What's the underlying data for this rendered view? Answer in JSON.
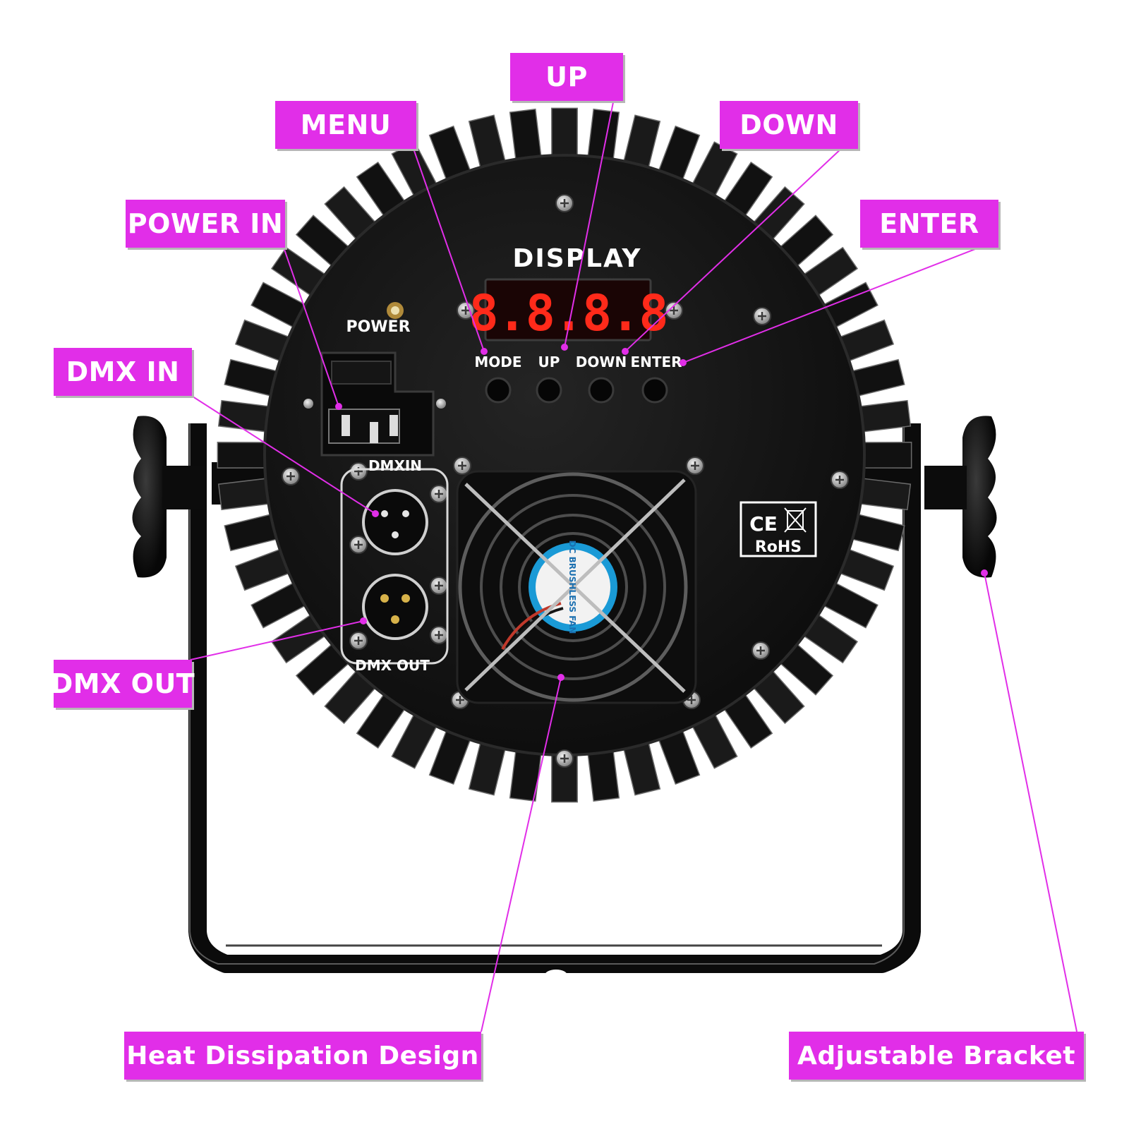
{
  "callouts": {
    "up": "UP",
    "menu": "MENU",
    "down": "DOWN",
    "power_in": "POWER IN",
    "enter": "ENTER",
    "dmx_in": "DMX IN",
    "dmx_out": "DMX OUT",
    "heat": "Heat Dissipation Design",
    "bracket": "Adjustable Bracket"
  },
  "panel": {
    "display_title": "DISPLAY",
    "display_readout": "8.8.8.8",
    "power_label": "POWER",
    "buttons": [
      "MODE",
      "UP",
      "DOWN",
      "ENTER"
    ],
    "dmx_in_label": "DMXIN",
    "dmx_out_label": "DMX OUT",
    "fan_label": "DC BRUSHLESS FAN",
    "cert_ce": "CE",
    "cert_rohs": "RoHS"
  },
  "colors": {
    "callout": "#e12ee8",
    "leader": "#e12ee8",
    "housing": "#141414",
    "display": "#ff2a1a"
  }
}
